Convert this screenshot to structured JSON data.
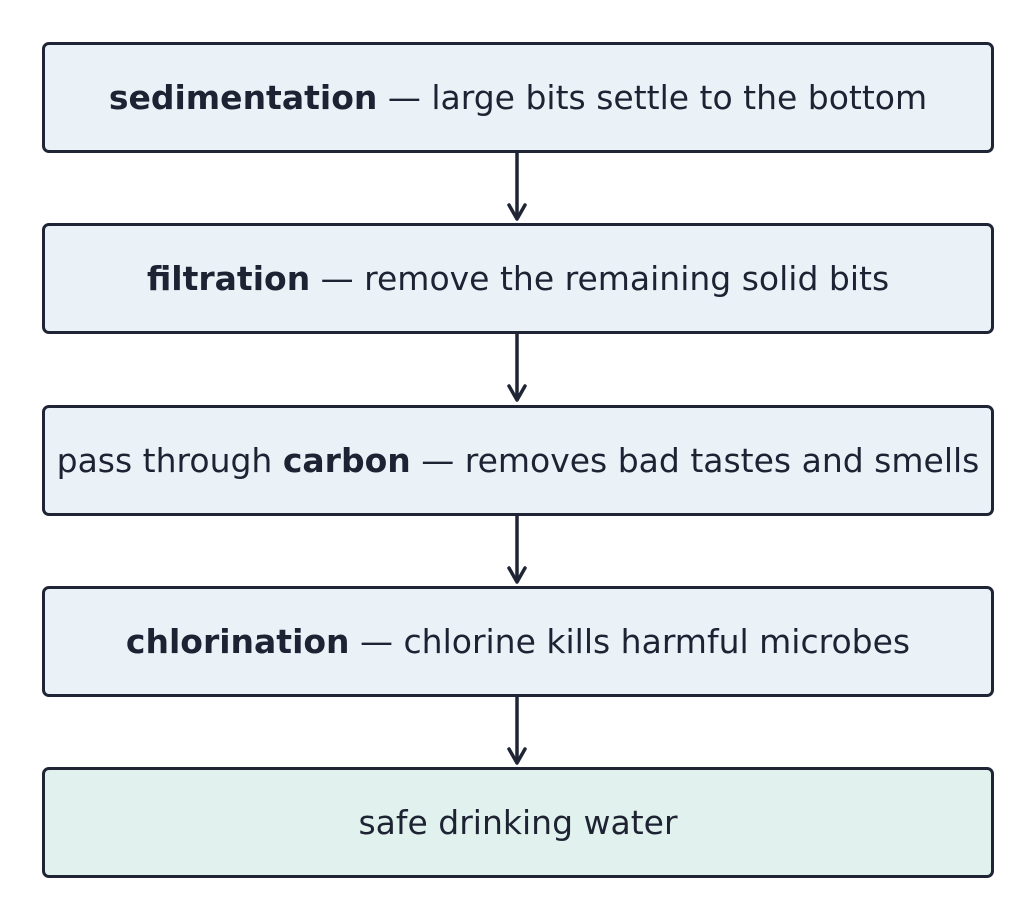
{
  "colors": {
    "box_fill": "#eaf2f8",
    "final_box_fill": "#e1f2ee",
    "border": "#1f2535",
    "text": "#1e2333"
  },
  "steps": [
    {
      "prefix": "",
      "keyword": "sedimentation",
      "suffix": " — large bits settle to the bottom"
    },
    {
      "prefix": "",
      "keyword": "filtration",
      "suffix": " — remove the remaining solid bits"
    },
    {
      "prefix": "pass through ",
      "keyword": "carbon",
      "suffix": " — removes bad tastes and smells"
    },
    {
      "prefix": "",
      "keyword": "chlorination",
      "suffix": " — chlorine kills harmful microbes"
    }
  ],
  "result": {
    "label": "safe drinking water"
  }
}
